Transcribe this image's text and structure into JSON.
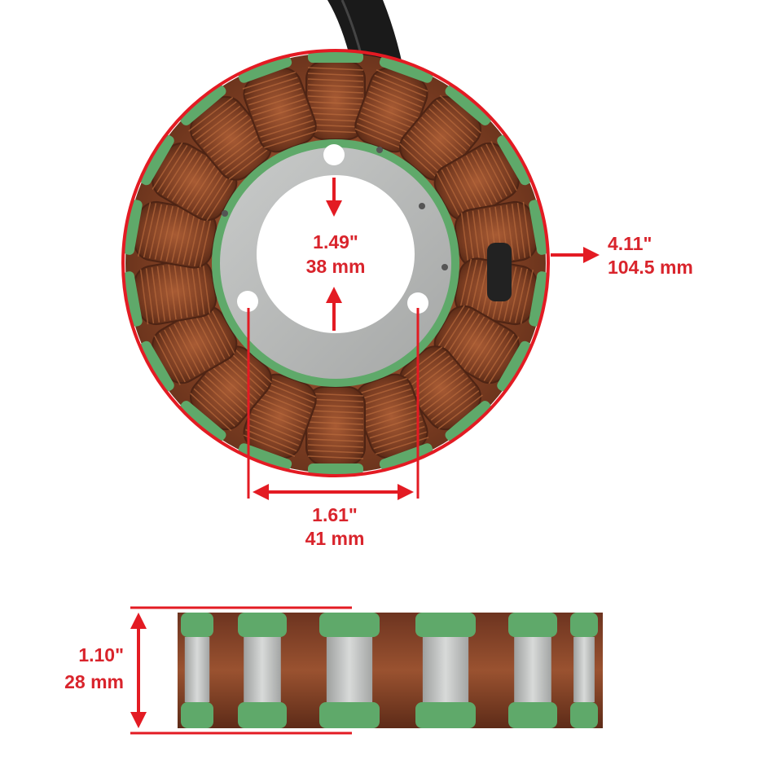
{
  "colors": {
    "accent": "#e31b23",
    "label": "#d9242c",
    "copper": "#8a4a2a",
    "insulator": "#5fa96a",
    "steel": "#b7b9b8"
  },
  "dimensions": {
    "inner_diameter": {
      "inch": "1.49\"",
      "mm": "38 mm"
    },
    "outer_diameter": {
      "inch": "4.11\"",
      "mm": "104.5 mm"
    },
    "hole_spacing": {
      "inch": "1.61\"",
      "mm": "41 mm"
    },
    "height": {
      "inch": "1.10\"",
      "mm": "28 mm"
    }
  }
}
